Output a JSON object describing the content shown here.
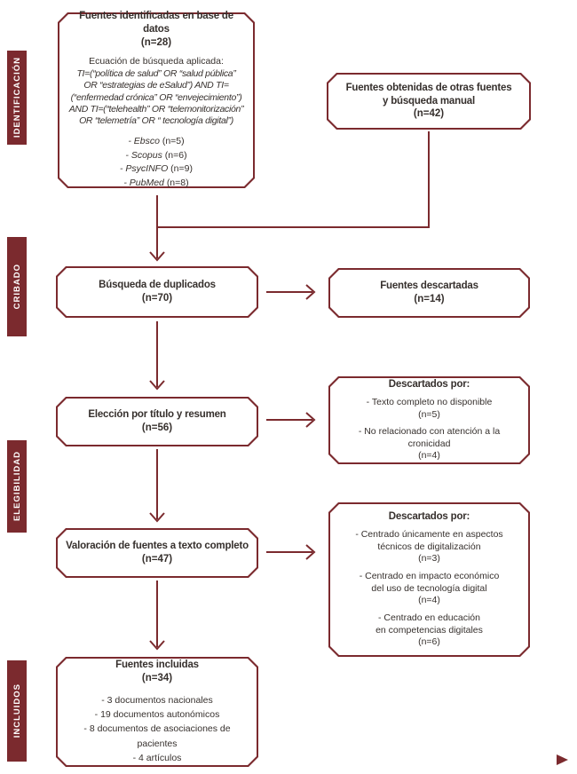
{
  "palette": {
    "maroon": "#7B2A2E",
    "text_dark": "#36302D",
    "white": "#FFFFFF"
  },
  "stages": [
    {
      "label": "IDENTIFICACIÓN"
    },
    {
      "label": "CRIBADO"
    },
    {
      "label": "ELEGIBILIDAD"
    },
    {
      "label": "INCLUIDOS"
    }
  ],
  "boxes": {
    "identified": {
      "title": "Fuentes identificadas en base de datos",
      "count": "(n=28)",
      "equation_label": "Ecuación de búsqueda aplicada:",
      "equation": "TI=(“política de salud” OR “salud pública”\nOR “estrategias de eSalud”) AND TI=\n(“enfermedad crónica” OR “envejecimiento”)\nAND TI=(“telehealth” OR “telemonitorización”\nOR “telemetría” OR “ tecnología digital”)",
      "sources": [
        {
          "name": "- Ebsco",
          "count": "(n=5)"
        },
        {
          "name": "- Scopus",
          "count": "(n=6)"
        },
        {
          "name": "- PsycINFO",
          "count": "(n=9)"
        },
        {
          "name": "- PubMed",
          "count": "(n=8)"
        }
      ]
    },
    "other_sources": {
      "title": "Fuentes obtenidas de otras fuentes\ny búsqueda manual",
      "count": "(n=42)"
    },
    "duplicates": {
      "title": "Búsqueda de duplicados",
      "count": "(n=70)"
    },
    "discarded_duplicates": {
      "title": "Fuentes descartadas",
      "count": "(n=14)"
    },
    "title_abstract": {
      "title": "Elección por título y resumen",
      "count": "(n=56)"
    },
    "discarded_title": {
      "header": "Descartados por:",
      "items": [
        {
          "text": "- Texto completo no disponible",
          "count": "(n=5)"
        },
        {
          "text": "- No relacionado con atención a la cronicidad",
          "count": "(n=4)"
        }
      ]
    },
    "fulltext": {
      "title": "Valoración de fuentes a texto completo",
      "count": "(n=47)"
    },
    "discarded_fulltext": {
      "header": "Descartados por:",
      "items": [
        {
          "text": "- Centrado únicamente en aspectos\ntécnicos de digitalización",
          "count": "(n=3)"
        },
        {
          "text": "- Centrado en impacto económico\ndel uso de tecnología digital",
          "count": "(n=4)"
        },
        {
          "text": "- Centrado en educación\nen competencias digitales",
          "count": "(n=6)"
        }
      ]
    },
    "included": {
      "title": "Fuentes incluidas",
      "count": "(n=34)",
      "items": "- 3 documentos nacionales\n- 19 documentos autonómicos\n- 8 documentos de asociaciones de pacientes\n- 4 artículos"
    }
  }
}
